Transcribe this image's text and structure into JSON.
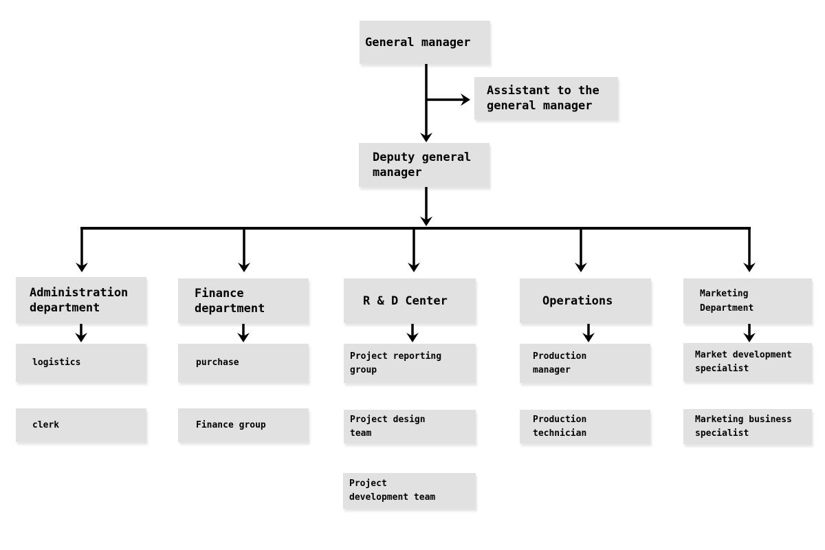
{
  "diagram_type": "organization-chart",
  "colors": {
    "background": "#ffffff",
    "box_fill": "#e1e1e1",
    "line": "#000000",
    "text": "#000000"
  },
  "nodes": {
    "general_manager": {
      "lines": [
        "General manager"
      ]
    },
    "assistant": {
      "lines": [
        "Assistant to the",
        "general manager"
      ]
    },
    "deputy": {
      "lines": [
        "Deputy general",
        "manager"
      ]
    },
    "administration": {
      "lines": [
        "Administration",
        "department"
      ]
    },
    "finance": {
      "lines": [
        "Finance",
        "department"
      ]
    },
    "rd_center": {
      "lines": [
        "R & D Center"
      ]
    },
    "operations": {
      "lines": [
        "Operations"
      ]
    },
    "marketing": {
      "lines": [
        "Marketing",
        "Department"
      ]
    },
    "logistics": {
      "lines": [
        "logistics"
      ]
    },
    "purchase": {
      "lines": [
        "purchase"
      ]
    },
    "project_reporting": {
      "lines": [
        "Project reporting",
        "group"
      ]
    },
    "production_manager": {
      "lines": [
        "Production",
        "manager"
      ]
    },
    "market_development": {
      "lines": [
        "Market development",
        "specialist"
      ]
    },
    "clerk": {
      "lines": [
        "clerk"
      ]
    },
    "finance_group": {
      "lines": [
        "Finance group"
      ]
    },
    "project_design": {
      "lines": [
        "Project design",
        "team"
      ]
    },
    "production_technician": {
      "lines": [
        "Production",
        "technician"
      ]
    },
    "marketing_business": {
      "lines": [
        "Marketing business",
        "specialist"
      ]
    },
    "project_development": {
      "lines": [
        "Project",
        "development team"
      ]
    }
  }
}
